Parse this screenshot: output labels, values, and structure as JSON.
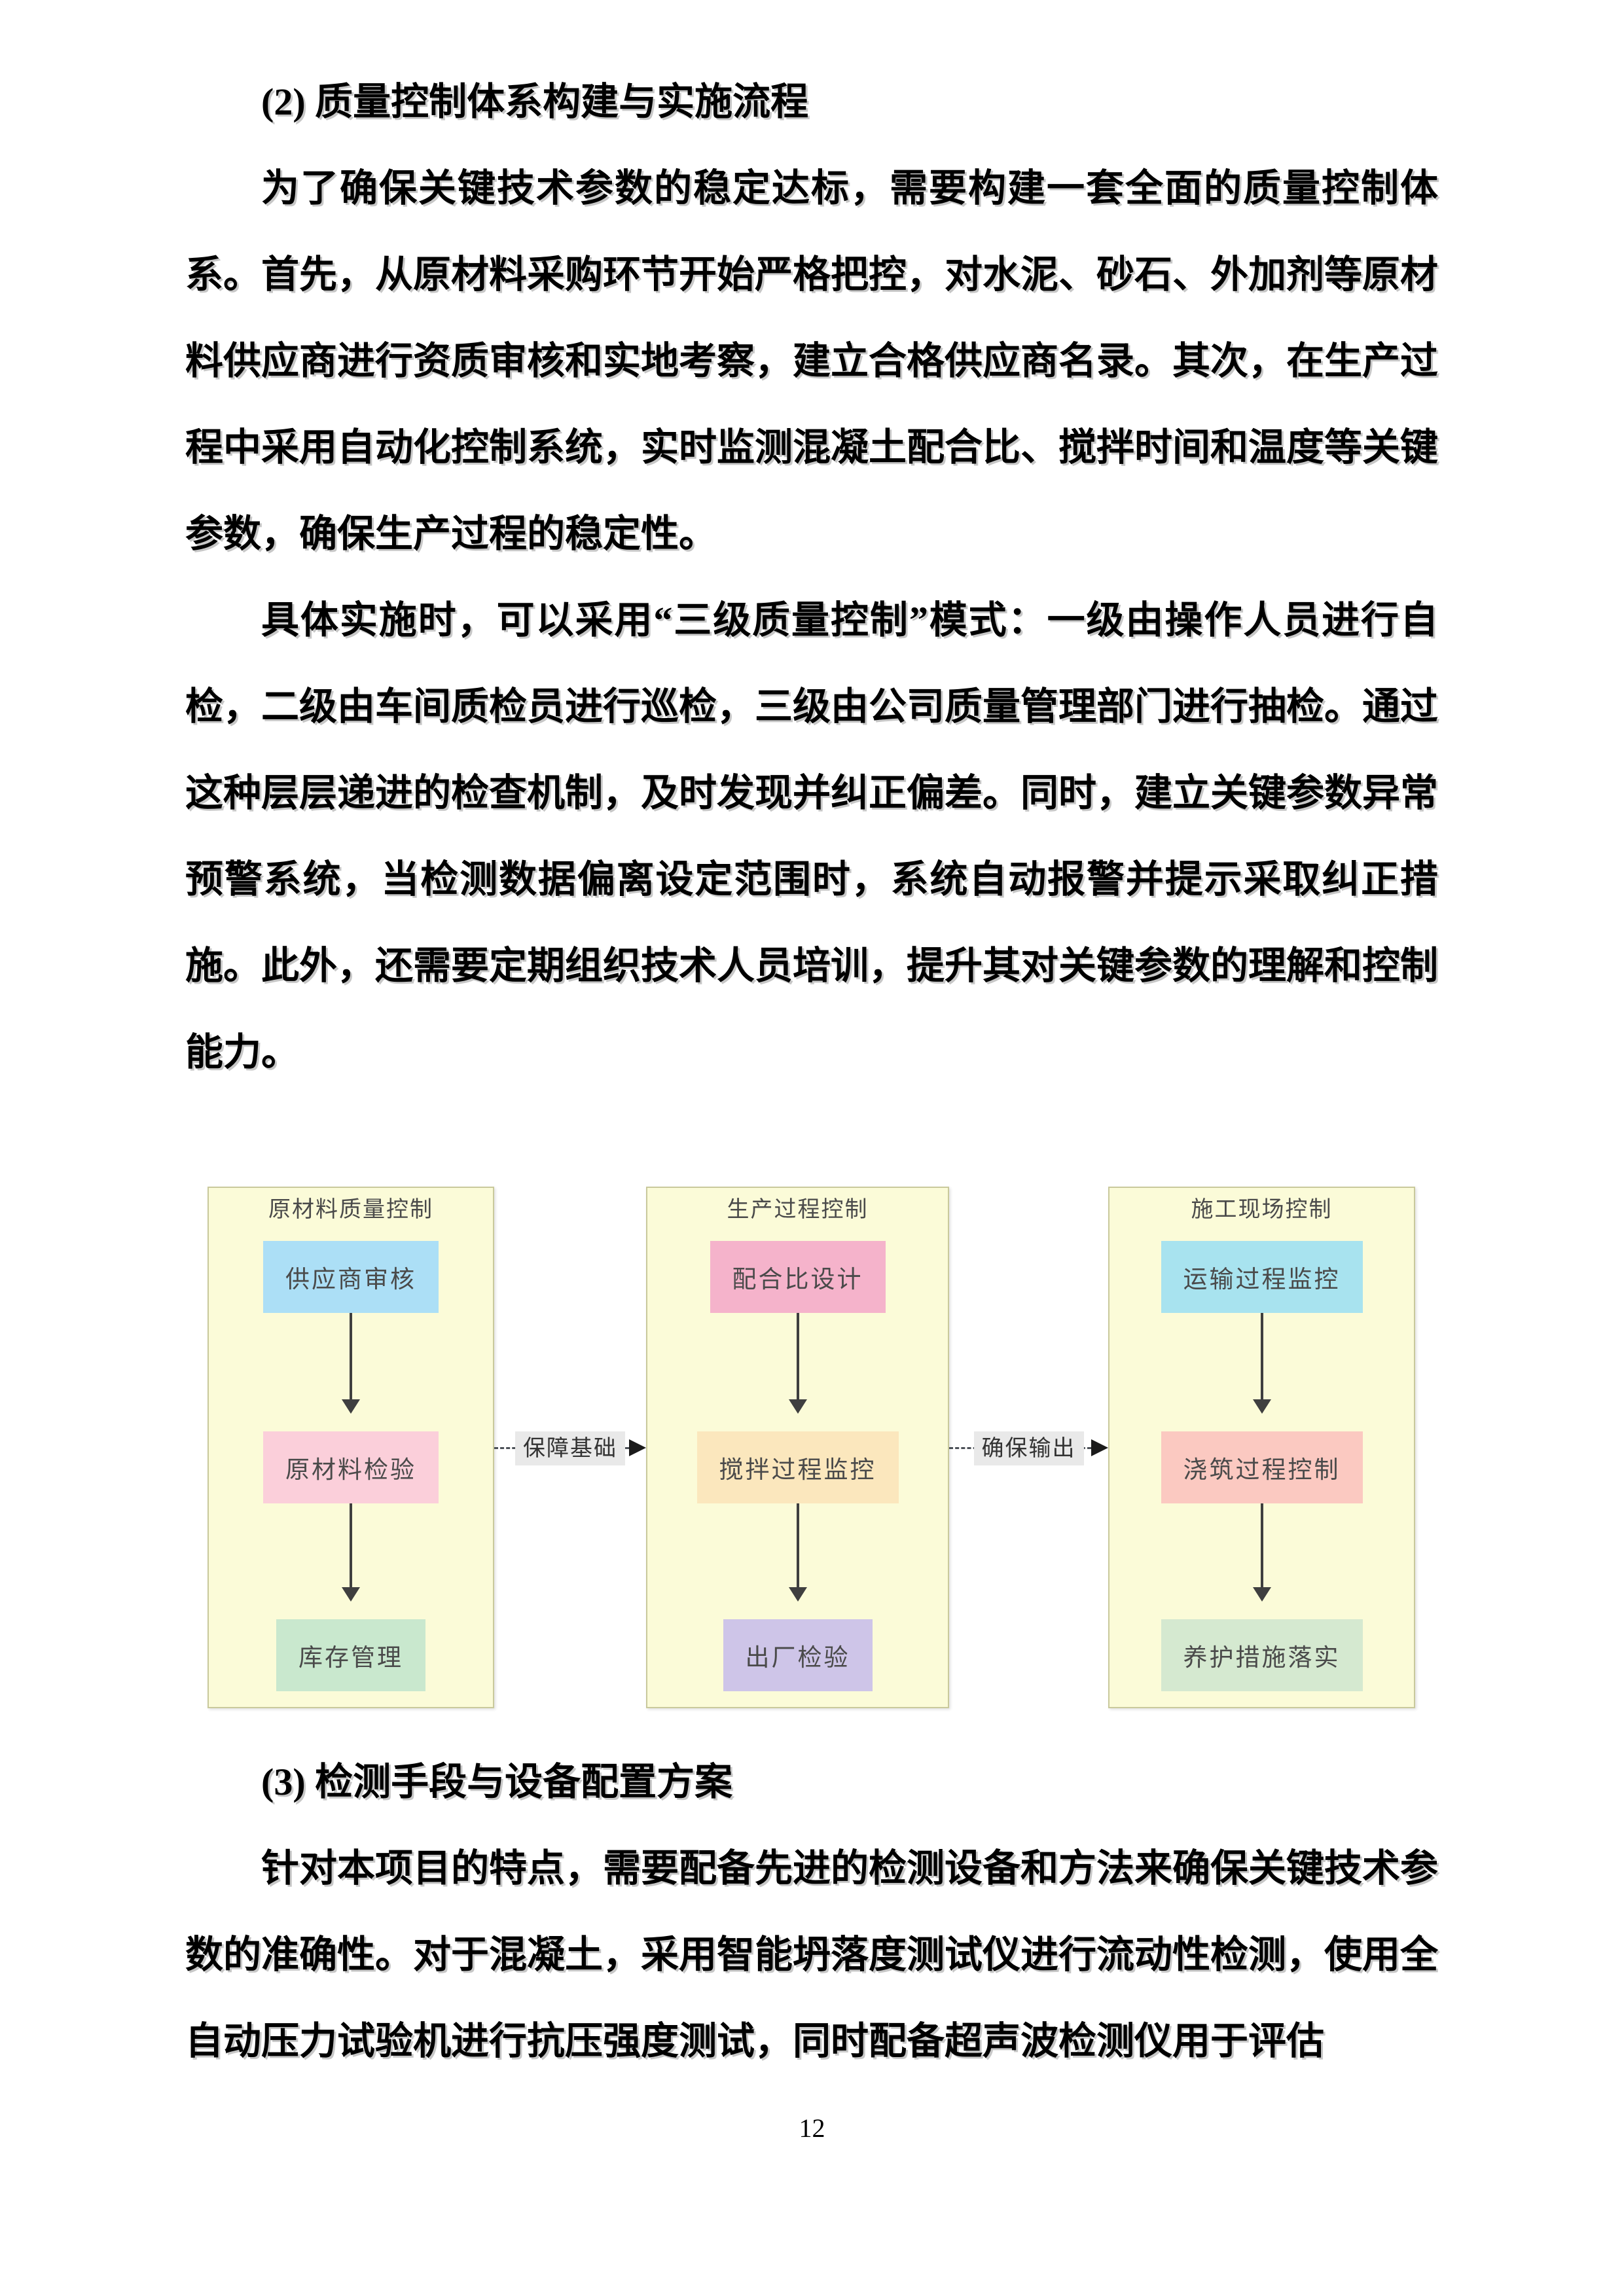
{
  "document": {
    "heading2": "(2) 质量控制体系构建与实施流程",
    "para1": "为了确保关键技术参数的稳定达标，需要构建一套全面的质量控制体系。首先，从原材料采购环节开始严格把控，对水泥、砂石、外加剂等原材料供应商进行资质审核和实地考察，建立合格供应商名录。其次，在生产过程中采用自动化控制系统，实时监测混凝土配合比、搅拌时间和温度等关键参数，确保生产过程的稳定性。",
    "para2": "具体实施时，可以采用“三级质量控制”模式：一级由操作人员进行自检，二级由车间质检员进行巡检，三级由公司质量管理部门进行抽检。通过这种层层递进的检查机制，及时发现并纠正偏差。同时，建立关键参数异常预警系统，当检测数据偏离设定范围时，系统自动报警并提示采取纠正措施。此外，还需要定期组织技术人员培训，提升其对关键参数的理解和控制能力。",
    "heading3": "(3) 检测手段与设备配置方案",
    "para3": "针对本项目的特点，需要配备先进的检测设备和方法来确保关键技术参数的准确性。对于混凝土，采用智能坍落度测试仪进行流动性检测，使用全自动压力试验机进行抗压强度测试，同时配备超声波检测仪用于评估",
    "page_number": "12"
  },
  "flowchart": {
    "panel_bg": "#FBFBD8",
    "panel_border": "#C9C99C",
    "arrow_color": "#3F3F3F",
    "connector_label_bg": "#E9E9E9",
    "columns": [
      {
        "title": "原材料质量控制",
        "boxes": [
          {
            "label": "供应商审核",
            "bg": "#ACDFF6"
          },
          {
            "label": "原材料检验",
            "bg": "#FBCFDA"
          },
          {
            "label": "库存管理",
            "bg": "#C9E8CE"
          }
        ]
      },
      {
        "title": "生产过程控制",
        "boxes": [
          {
            "label": "配合比设计",
            "bg": "#F5B3CB"
          },
          {
            "label": "搅拌过程监控",
            "bg": "#FBE7BD"
          },
          {
            "label": "出厂检验",
            "bg": "#CEC5E8"
          }
        ]
      },
      {
        "title": "施工现场控制",
        "boxes": [
          {
            "label": "运输过程监控",
            "bg": "#A8E3EF"
          },
          {
            "label": "浇筑过程控制",
            "bg": "#FBC9C1"
          },
          {
            "label": "养护措施落实",
            "bg": "#D5E9D0"
          }
        ]
      }
    ],
    "connectors": [
      {
        "label": "保障基础"
      },
      {
        "label": "确保输出"
      }
    ]
  }
}
